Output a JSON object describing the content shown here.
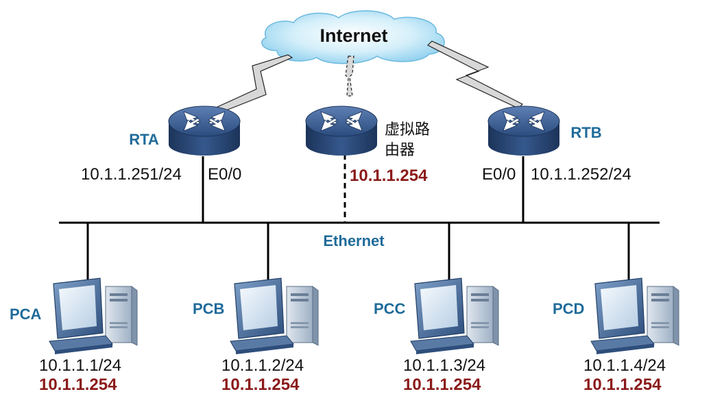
{
  "internet": {
    "label": "Internet"
  },
  "ethernet": {
    "label": "Ethernet"
  },
  "routers": {
    "rta": {
      "name": "RTA",
      "ip": "10.1.1.251/24",
      "interface": "E0/0"
    },
    "virtual": {
      "name_line1": "虚拟路",
      "name_line2": "由器",
      "ip": "10.1.1.254"
    },
    "rtb": {
      "name": "RTB",
      "ip": "10.1.1.252/24",
      "interface": "E0/0"
    }
  },
  "pcs": [
    {
      "name": "PCA",
      "ip": "10.1.1.1/24",
      "gateway": "10.1.1.254"
    },
    {
      "name": "PCB",
      "ip": "10.1.1.2/24",
      "gateway": "10.1.1.254"
    },
    {
      "name": "PCC",
      "ip": "10.1.1.3/24",
      "gateway": "10.1.1.254"
    },
    {
      "name": "PCD",
      "ip": "10.1.1.4/24",
      "gateway": "10.1.1.254"
    }
  ],
  "colors": {
    "label_blue": "#1f6b9a",
    "gateway_red": "#8b1a1a",
    "router_body": "#2b4c7e",
    "cloud": "#a9dcf2"
  }
}
